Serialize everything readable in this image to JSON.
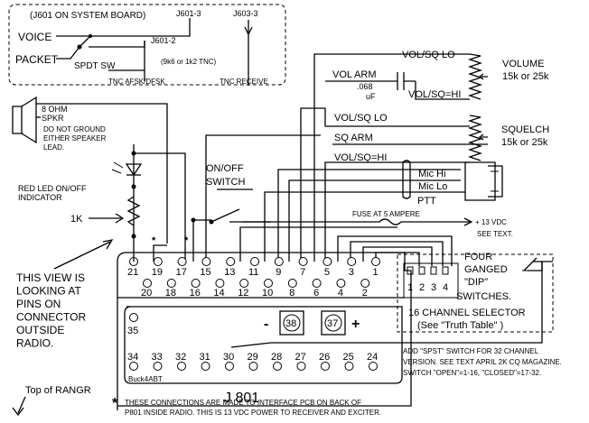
{
  "system_board": {
    "title": "(J601 ON SYSTEM BOARD)",
    "j601_3": "J601-3",
    "j601_2": "J601-2",
    "voice": "VOICE",
    "packet": "PACKET",
    "spdt_sw": "SPDT SW",
    "tnc_note": "(9k6 or 1k2 TNC)",
    "tnc_afsk": "TNC AFSK/DFSK",
    "j603_3": "J603-3",
    "tnc_receive": "TNC RECEIVE"
  },
  "speaker": {
    "ohm": "8 OHM",
    "spkr": "SPKR",
    "note1": "DO NOT GROUND",
    "note2": "EITHER SPEAKER",
    "note3": "LEAD."
  },
  "led": {
    "label1": "RED LED ON/OFF",
    "label2": "INDICATOR",
    "resistor": "1K"
  },
  "switch": {
    "label1": "ON/OFF",
    "label2": "SWITCH"
  },
  "pots": {
    "vol_sq_lo_1": "VOL/SQ LO",
    "vol_arm": "VOL ARM",
    "cap_value": ".068",
    "cap_unit": "uF",
    "vol_sq_hi_1": "VOL/SQ=HI",
    "volume": "VOLUME",
    "volume_value": "15k or 25k",
    "vol_sq_lo_2": "VOL/SQ LO",
    "sq_arm": "SQ ARM",
    "vol_sq_hi_2": "VOL/SQ=HI",
    "squelch": "SQUELCH",
    "squelch_value": "15k or 25k"
  },
  "mic": {
    "mic_hi": "Mic Hi",
    "mic_lo": "Mic Lo",
    "ptt": "PTT"
  },
  "fuse": {
    "label": "FUSE AT 5 AMPERE",
    "vdc": "+ 13 VDC",
    "see_text": "SEE TEXT."
  },
  "view_note": [
    "THIS VIEW IS",
    "LOOKING AT",
    "PINS ON",
    "CONNECTOR",
    "OUTSIDE",
    "RADIO."
  ],
  "selector": {
    "line1": "FOUR",
    "line2": "GANGED",
    "line3": "\"DIP\"",
    "line4": "SWITCHES.",
    "positions": [
      "1",
      "2",
      "3",
      "4"
    ],
    "channel": "16 CHANNEL SELECTOR",
    "truth": "(See \"Truth Table\" )"
  },
  "connector": {
    "top_pins": [
      "21",
      "19",
      "17",
      "15",
      "13",
      "11",
      "9",
      "7",
      "5",
      "3",
      "1"
    ],
    "bottom_pins": [
      "20",
      "18",
      "16",
      "14",
      "12",
      "10",
      "8",
      "6",
      "4",
      "2"
    ],
    "pin35": "35",
    "lower_pins": [
      "34",
      "33",
      "32",
      "31",
      "30",
      "29",
      "28",
      "27",
      "26",
      "25",
      "24"
    ],
    "pin38": "38",
    "pin37": "37",
    "minus": "-",
    "plus": "+",
    "credit": "Buck4ABT",
    "name": "J 801"
  },
  "spst_note": [
    "ADD \"SPST\" SWITCH FOR 32 CHANNEL",
    "VERSION.  SEE TEXT APRIL 2K CQ MAGAZINE.",
    "SWITCH \"OPEN\"=1-16, \"CLOSED\"=17-32."
  ],
  "top_label": "Top of RANGR",
  "asterisk": "*",
  "footnote1": "THESE CONNECTIONS ARE MADE TO INTERFACE PCB ON BACK OF",
  "footnote2": "P801 INSIDE RADIO. THIS IS 13 VDC POWER TO RECEIVER AND EXCITER."
}
